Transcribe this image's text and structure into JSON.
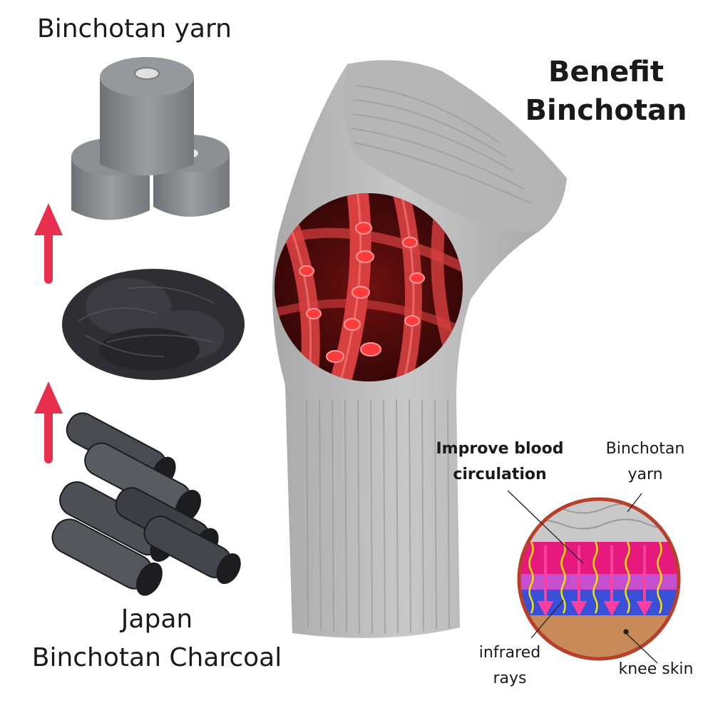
{
  "labels": {
    "yarn_title": "Binchotan yarn",
    "benefit_line1": "Benefit",
    "benefit_line2": "Binchotan",
    "japan_line1": "Japan",
    "japan_line2": "Binchotan Charcoal",
    "improve_line1": "Improve blood",
    "improve_line2": "circulation",
    "binchotan_yarn_line1": "Binchotan",
    "binchotan_yarn_line2": "yarn",
    "infrared_line1": "infrared",
    "infrared_line2": "rays",
    "knee_skin": "knee skin"
  },
  "colors": {
    "sleeve": "#bdbdbd",
    "arrow": "#e8304e",
    "blood": "#c0202a",
    "ring": "#b8402a",
    "yarn": "#8a8c8f",
    "charcoal": "#2a2a2e",
    "magenta_layer": "#e6197e",
    "skin": "#c98a5a"
  }
}
